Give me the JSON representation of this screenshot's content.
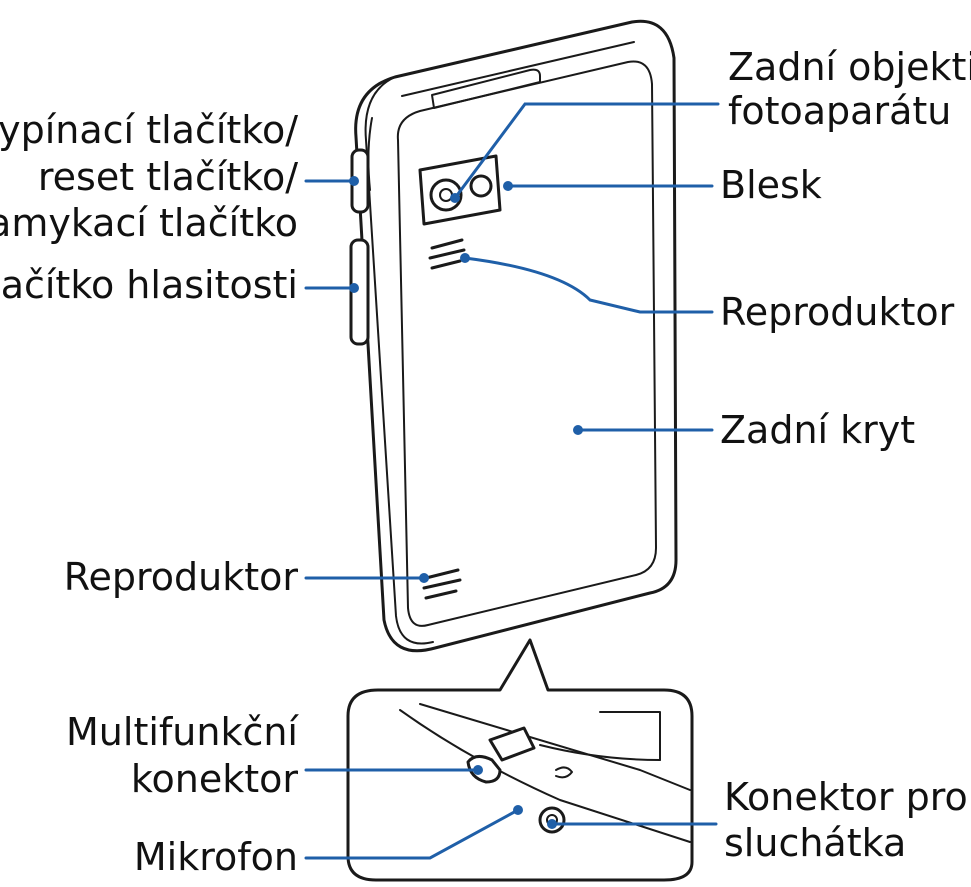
{
  "colors": {
    "leader": "#1f5fa8",
    "outline": "#1a1a1a",
    "background": "#ffffff"
  },
  "labels": {
    "rear_camera_1": "Zadní objektiv",
    "rear_camera_2": "fotoaparátu",
    "power_1": "Vypínací tlačítko/",
    "power_2": "reset tlačítko/",
    "power_3": "zamykací tlačítko",
    "flash": "Blesk",
    "volume": "Tlačítko hlasitosti",
    "speaker_top": "Reproduktor",
    "back_cover": "Zadní kryt",
    "speaker_bottom": "Reproduktor",
    "multi_1": "Multifunkční",
    "multi_2": "konektor",
    "headset_1": "Konektor pro",
    "headset_2": "sluchátka",
    "mic": "Mikrofon"
  }
}
